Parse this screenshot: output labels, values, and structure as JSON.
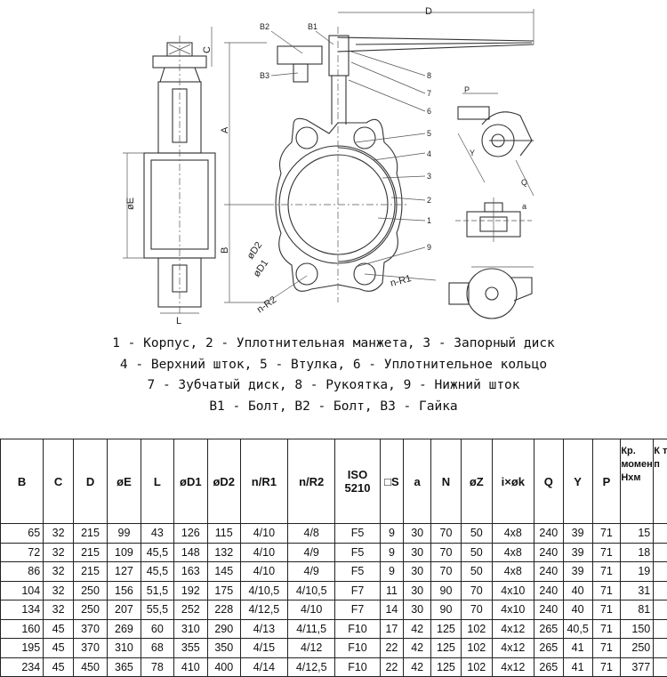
{
  "drawing": {
    "dims": {
      "D": "D",
      "C": "C",
      "A": "A",
      "B": "B",
      "E": "øE",
      "L": "L",
      "D1": "øD1",
      "D2": "øD2",
      "R1": "n-R1",
      "R2": "n-R2",
      "P": "P",
      "a": "a",
      "Q": "Q",
      "Y": "Y"
    },
    "callouts": {
      "b1": "B1",
      "b2": "B2",
      "b3": "B3",
      "n1": "1",
      "n2": "2",
      "n3": "3",
      "n4": "4",
      "n5": "5",
      "n6": "6",
      "n7": "7",
      "n8": "8",
      "n9": "9"
    }
  },
  "legend": [
    "1 - Корпус, 2 - Уплотнительная манжета, 3 - Запорный диск",
    "4 - Верхний шток, 5 - Втулка, 6 - Уплотнительное кольцо",
    "7 - Зубчатый диск, 8 - Рукоятка, 9 - Нижний шток",
    "В1 - Болт, В2 - Болт, В3 - Гайка"
  ],
  "table": {
    "headers": [
      "B",
      "C",
      "D",
      "øE",
      "L",
      "øD1",
      "øD2",
      "n/R1",
      "n/R2",
      "ISO 5210",
      "□S",
      "a",
      "N",
      "øZ",
      "i×øk",
      "Q",
      "Y",
      "P",
      "Кр. момент, Нхм",
      "К т п"
    ],
    "rows": [
      [
        "65",
        "32",
        "215",
        "99",
        "43",
        "126",
        "115",
        "4/10",
        "4/8",
        "F5",
        "9",
        "30",
        "70",
        "50",
        "4x8",
        "240",
        "39",
        "71",
        "15",
        ""
      ],
      [
        "72",
        "32",
        "215",
        "109",
        "45,5",
        "148",
        "132",
        "4/10",
        "4/9",
        "F5",
        "9",
        "30",
        "70",
        "50",
        "4x8",
        "240",
        "39",
        "71",
        "18",
        ""
      ],
      [
        "86",
        "32",
        "215",
        "127",
        "45,5",
        "163",
        "145",
        "4/10",
        "4/9",
        "F5",
        "9",
        "30",
        "70",
        "50",
        "4x8",
        "240",
        "39",
        "71",
        "19",
        ""
      ],
      [
        "104",
        "32",
        "250",
        "156",
        "51,5",
        "192",
        "175",
        "4/10,5",
        "4/10,5",
        "F7",
        "11",
        "30",
        "90",
        "70",
        "4x10",
        "240",
        "40",
        "71",
        "31",
        ""
      ],
      [
        "134",
        "32",
        "250",
        "207",
        "55,5",
        "252",
        "228",
        "4/12,5",
        "4/10",
        "F7",
        "14",
        "30",
        "90",
        "70",
        "4x10",
        "240",
        "40",
        "71",
        "81",
        ""
      ],
      [
        "160",
        "45",
        "370",
        "269",
        "60",
        "310",
        "290",
        "4/13",
        "4/11,5",
        "F10",
        "17",
        "42",
        "125",
        "102",
        "4x12",
        "265",
        "40,5",
        "71",
        "150",
        ""
      ],
      [
        "195",
        "45",
        "370",
        "310",
        "68",
        "355",
        "350",
        "4/15",
        "4/12",
        "F10",
        "22",
        "42",
        "125",
        "102",
        "4x12",
        "265",
        "41",
        "71",
        "250",
        ""
      ],
      [
        "234",
        "45",
        "450",
        "365",
        "78",
        "410",
        "400",
        "4/14",
        "4/12,5",
        "F10",
        "22",
        "42",
        "125",
        "102",
        "4x12",
        "265",
        "41",
        "71",
        "377",
        ""
      ]
    ]
  }
}
